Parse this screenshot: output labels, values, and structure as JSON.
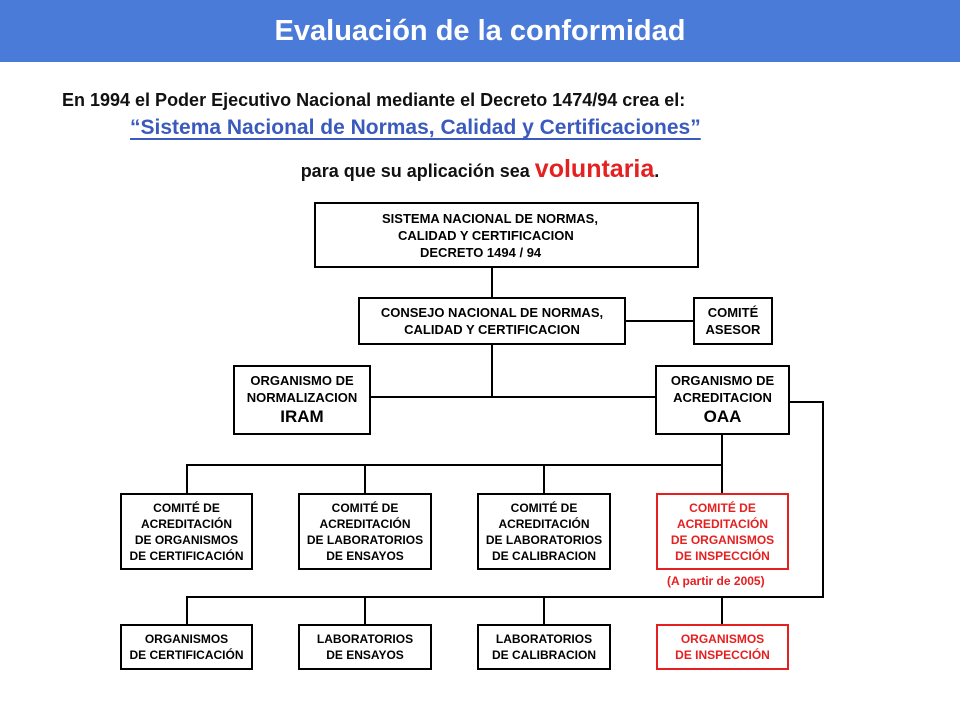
{
  "header": {
    "title": "Evaluación de la conformidad"
  },
  "intro": {
    "line1": "En 1994 el Poder Ejecutivo Nacional mediante el Decreto 1474/94 crea el:",
    "system_name": "“Sistema Nacional de Normas, Calidad y Certificaciones”",
    "line3_prefix": "para que su aplicación sea ",
    "line3_highlight": "voluntaria",
    "line3_suffix": "."
  },
  "diagram": {
    "sistema": {
      "line1": "SISTEMA NACIONAL DE NORMAS,",
      "line2": "CALIDAD Y CERTIFICACION",
      "line3": "DECRETO  1494 / 94"
    },
    "consejo": {
      "line1": "CONSEJO NACIONAL DE NORMAS,",
      "line2": "CALIDAD Y CERTIFICACION"
    },
    "comite_asesor": {
      "line1": "COMITÉ",
      "line2": "ASESOR"
    },
    "normalizacion": {
      "line1": "ORGANISMO  DE",
      "line2": "NORMALIZACION",
      "acronym": "IRAM"
    },
    "acreditacion": {
      "line1": "ORGANISMO DE",
      "line2": "ACREDITACION",
      "acronym": "OAA"
    },
    "committees": [
      {
        "lines": [
          "COMITÉ DE",
          "ACREDITACIÓN",
          "DE ORGANISMOS",
          "DE CERTIFICACIÓN"
        ]
      },
      {
        "lines": [
          "COMITÉ DE",
          "ACREDITACIÓN",
          "DE LABORATORIOS",
          "DE ENSAYOS"
        ]
      },
      {
        "lines": [
          "COMITÉ DE",
          "ACREDITACIÓN",
          "DE LABORATORIOS",
          "DE CALIBRACION"
        ]
      },
      {
        "lines": [
          "COMITÉ DE",
          "ACREDITACIÓN",
          " DE ORGANISMOS",
          "DE INSPECCIÓN"
        ]
      }
    ],
    "since_note": "(A partir de 2005)",
    "bottom": [
      {
        "lines": [
          "ORGANISMOS",
          "DE CERTIFICACIÓN"
        ]
      },
      {
        "lines": [
          "LABORATORIOS",
          "DE ENSAYOS"
        ]
      },
      {
        "lines": [
          "LABORATORIOS",
          "DE CALIBRACION"
        ]
      },
      {
        "lines": [
          "ORGANISMOS",
          "DE INSPECCIÓN"
        ]
      }
    ],
    "colors": {
      "accent_red": "#e52020",
      "header_blue": "#4a7bd8",
      "link_blue": "#3a5bbd"
    }
  }
}
